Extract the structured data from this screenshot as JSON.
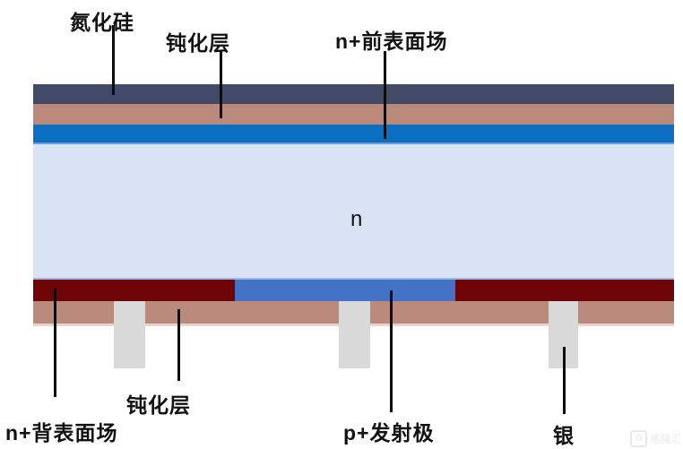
{
  "diagram": {
    "description": "solar-cell cross-section layer diagram",
    "labels": {
      "silicon_nitride": "氮化硅",
      "passivation_top": "钝化层",
      "front_surface_field": "n+前表面场",
      "n_base": "n",
      "passivation_bottom": "钝化层",
      "back_surface_field": "n+背表面场",
      "p_emitter": "p+发射极",
      "silver": "银"
    },
    "colors": {
      "silicon_nitride": "#424a68",
      "passivation_top": "#b9897b",
      "front_surface_field": "#0b6fc4",
      "n_base": "#dae3f3",
      "back_surface_field": "#6f0406",
      "p_emitter": "#4472c4",
      "passivation_bottom": "#ba8a7c",
      "silver_contact": "#d9d9d9",
      "leader_line": "#0d0d0d"
    },
    "watermark": {
      "icon": "G",
      "text": "格隆汇"
    }
  }
}
